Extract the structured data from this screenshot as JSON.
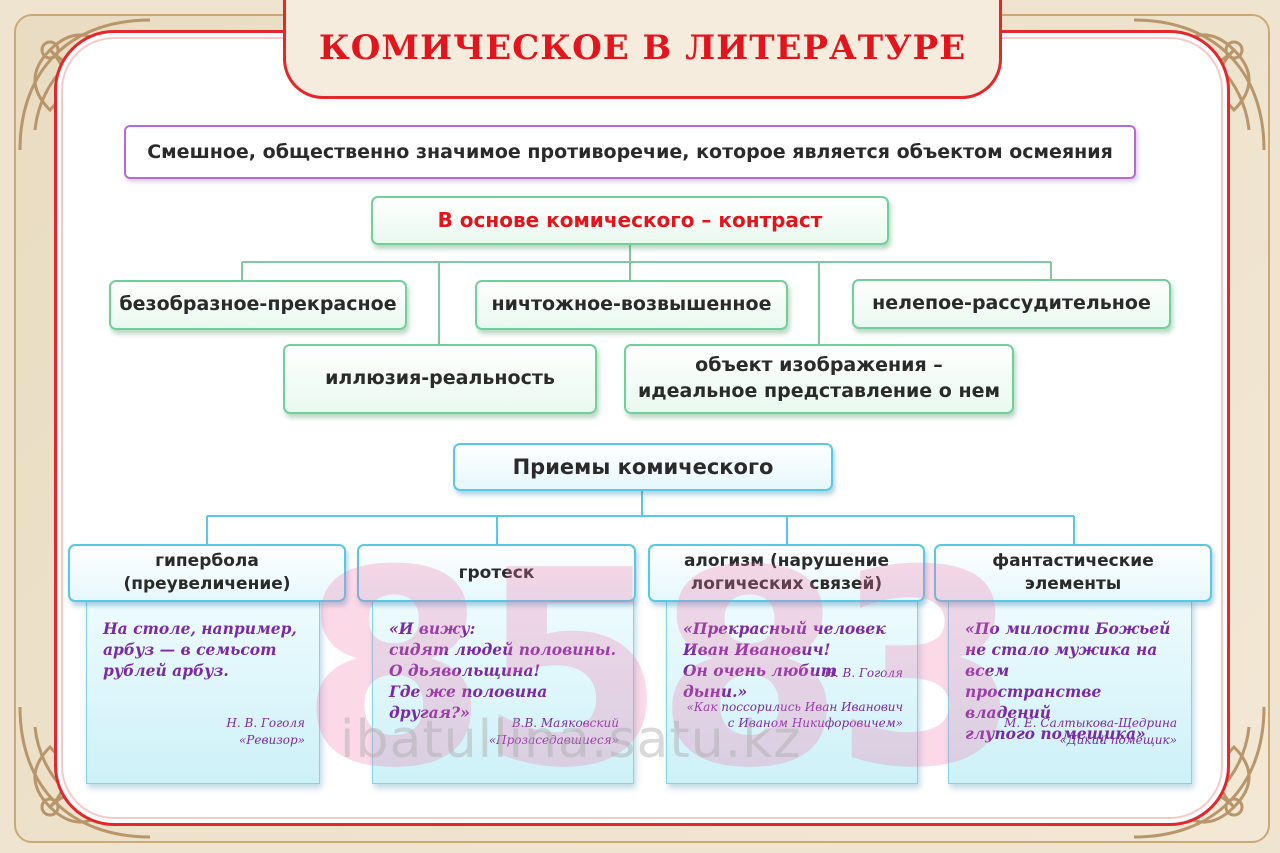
{
  "title": "КОМИЧЕСКОЕ В ЛИТЕРАТУРЕ",
  "definition": "Смешное, общественно значимое противоречие, которое является объектом осмеяния",
  "basis": "В основе комического – контраст",
  "contrasts": [
    "безобразное-прекрасное",
    "ничтожное-возвышенное",
    "нелепое-рассудительное",
    "иллюзия-реальность",
    "объект изображения –\nидеальное представление о нем"
  ],
  "techniques_header": "Приемы комического",
  "techniques": [
    {
      "name": "гипербола\n(преувеличение)",
      "quote": "На столе, например,\nарбуз — в семьсот\nрублей арбуз.",
      "author": "Н. В. Гоголя",
      "work": "«Ревизор»"
    },
    {
      "name": "гротеск",
      "quote": "«И вижу:\nсидят людей половины.\nО дьявольщина!\nГде же половина другая?»",
      "author": "В.В. Маяковский",
      "work": "«Прозаседавшиеся»"
    },
    {
      "name": "алогизм (нарушение\nлогических связей)",
      "quote": "«Прекрасный человек\nИван Иванович!\nОн очень любит дыни.»",
      "author": "Н. В. Гоголя",
      "work": "«Как поссорились Иван Иванович\nс Иваном Никифоровичем»"
    },
    {
      "name": "фантастические\nэлементы",
      "quote": "«По милости Божьей\nне стало мужика на всем\nпространстве владений\nглупого помещика»",
      "author": "М. Е. Салтыкова-Щедрина",
      "work": "«Дикий помещик»"
    }
  ],
  "watermark": "8583",
  "watermark_site": "ibatullina.satu.kz",
  "colors": {
    "title_red": "#e3141c",
    "frame_red": "#e3272d",
    "purple_border": "#b36ad6",
    "green_border": "#6fd199",
    "blue_border": "#57c9e6",
    "quote_purple": "#7a2aa7",
    "background_beige": "#efe4cf"
  }
}
